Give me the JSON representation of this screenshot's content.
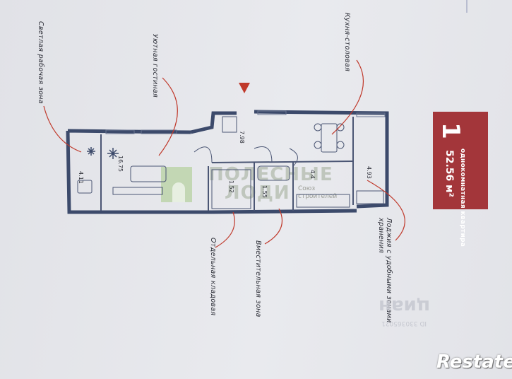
{
  "badge": {
    "rooms_number": "1",
    "type": "однокомнатная квартира",
    "area": "52.56 м²",
    "color": "#a3363a"
  },
  "rooms": {
    "r1": "4.11",
    "r2": "16.75",
    "r3": "7.98",
    "r4": "4.93",
    "r5": "4.4",
    "r6": "1.52",
    "r7": "1.55"
  },
  "annotations": {
    "work_zone": "Светлая рабочая зона",
    "living": "Уютная гостиная",
    "kitchen": "Кухня-столовая",
    "loggia": "Лоджия с удобными зонами хранения",
    "storage": "Отдельная кладовая",
    "closet": "Вместительная зона"
  },
  "watermarks": {
    "developer_1": "ПОЛЕСНЫЕ",
    "developer_2": "ЛОДИ",
    "developer_sub_1": "Союз",
    "developer_sub_2": "строителей",
    "cian": "циан",
    "cian_id": "ID 330365021",
    "restate": "Restate"
  },
  "accent_color": "#c0392b",
  "wall_color": "#3c4a6b"
}
